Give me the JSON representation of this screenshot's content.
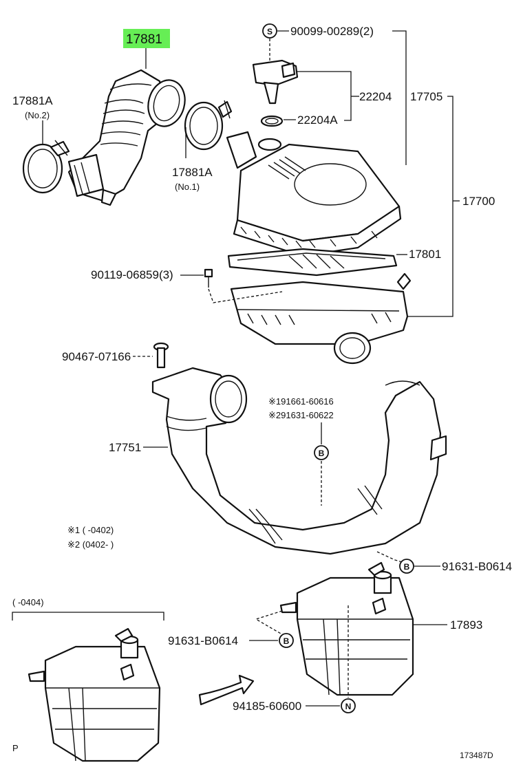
{
  "highlight": {
    "label": "17881",
    "color": "#66ee55"
  },
  "parts": {
    "p17881A_no2": "17881A",
    "p17881A_no2_sub": "(No.2)",
    "p17881A_no1": "17881A",
    "p17881A_no1_sub": "(No.1)",
    "p90099": "90099-00289(2)",
    "p22204": "22204",
    "p22204A": "22204A",
    "p17705": "17705",
    "p17700": "17700",
    "p17801": "17801",
    "p90119": "90119-06859(3)",
    "p90467": "90467-07166",
    "p91661": "※191661-60616",
    "p91631": "※291631-60622",
    "p17751": "17751",
    "p91631b_top": "91631-B0614",
    "p17893": "17893",
    "p91631b_mid": "91631-B0614",
    "p94185": "94185-60600"
  },
  "callouts": {
    "s": "S",
    "b": "B",
    "n": "N"
  },
  "notes": {
    "n1": "※1 (        -0402)",
    "n2": "※2 (0402-        )",
    "bracket": "(    -0404)"
  },
  "footer": {
    "left": "P",
    "right": "173487D"
  }
}
